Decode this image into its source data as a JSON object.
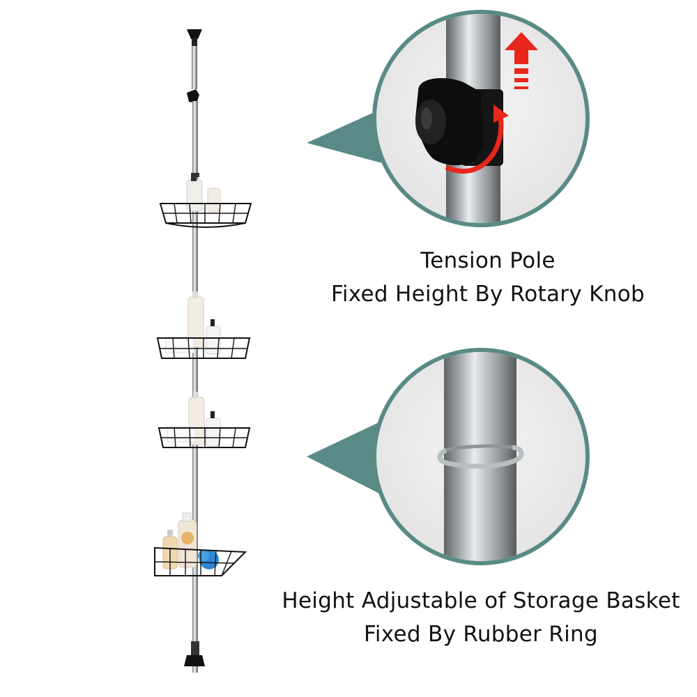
{
  "callouts": [
    {
      "title": "Tension Pole",
      "subtitle": "Fixed Height By Rotary Knob",
      "icon": "rotary-knob-closeup"
    },
    {
      "title": "Height Adjustable of Storage Basket",
      "subtitle": "Fixed By Rubber Ring",
      "icon": "rubber-ring-closeup"
    }
  ],
  "product": {
    "basket_count": 4,
    "icon": "corner-shower-caddy-pole"
  },
  "colors": {
    "callout_circle": "#5a8a86",
    "pointer": "#5a8a86",
    "arrow": "#e8261c",
    "knob": "#111111",
    "ring": "#b9bec0",
    "steel": "#9aa0a3"
  }
}
